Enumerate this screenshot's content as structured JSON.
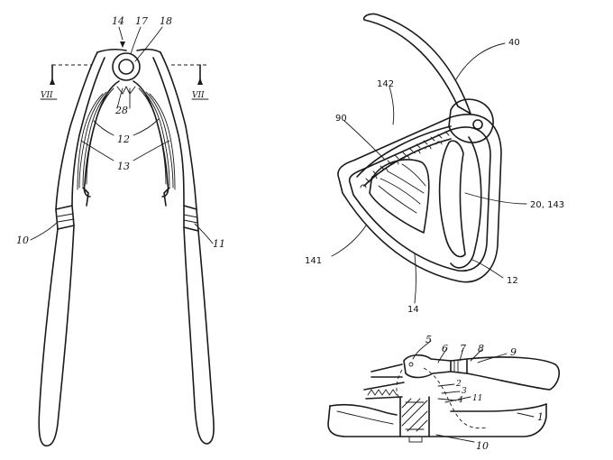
{
  "figure_a": {
    "ref_14": "14",
    "ref_17": "17",
    "ref_18": "18",
    "section_left": "VII",
    "section_right": "VII",
    "ref_28": "28",
    "ref_12": "12",
    "ref_13": "13",
    "ref_10": "10",
    "ref_11": "11"
  },
  "figure_b": {
    "ref_40": "40",
    "ref_142": "142",
    "ref_90": "90",
    "ref_20_143": "20, 143",
    "ref_141": "141",
    "ref_14": "14",
    "ref_12": "12"
  },
  "figure_c": {
    "ref_5": "5",
    "ref_6": "6",
    "ref_7": "7",
    "ref_8": "8",
    "ref_9": "9",
    "ref_2": "2",
    "ref_3": "3",
    "ref_4": "4",
    "ref_11": "11",
    "ref_1": "1",
    "ref_10": "10"
  }
}
